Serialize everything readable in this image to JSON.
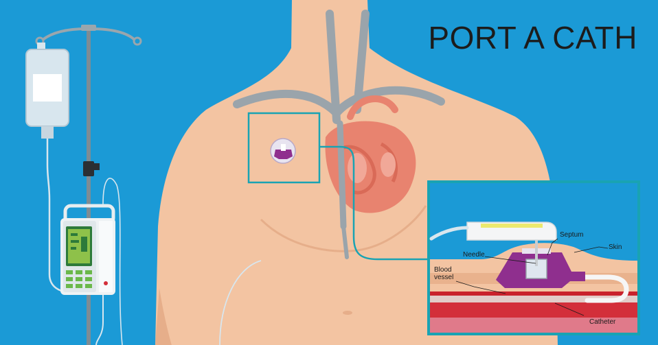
{
  "title": "PORT A CATH",
  "labels": {
    "septum": "Septum",
    "skin": "Skin",
    "needle": "Needle",
    "blood_vessel": "Blood vessel",
    "catheter": "Catheter"
  },
  "colors": {
    "background": "#1b9ad6",
    "skin": "#f3c4a2",
    "skin_shadow": "#e6ae8a",
    "heart": "#e8836f",
    "vessels": "#9aa4ab",
    "port": "#8f2f8e",
    "inset_border": "#19a3b3",
    "blood_vessel": "#d32f3a"
  }
}
